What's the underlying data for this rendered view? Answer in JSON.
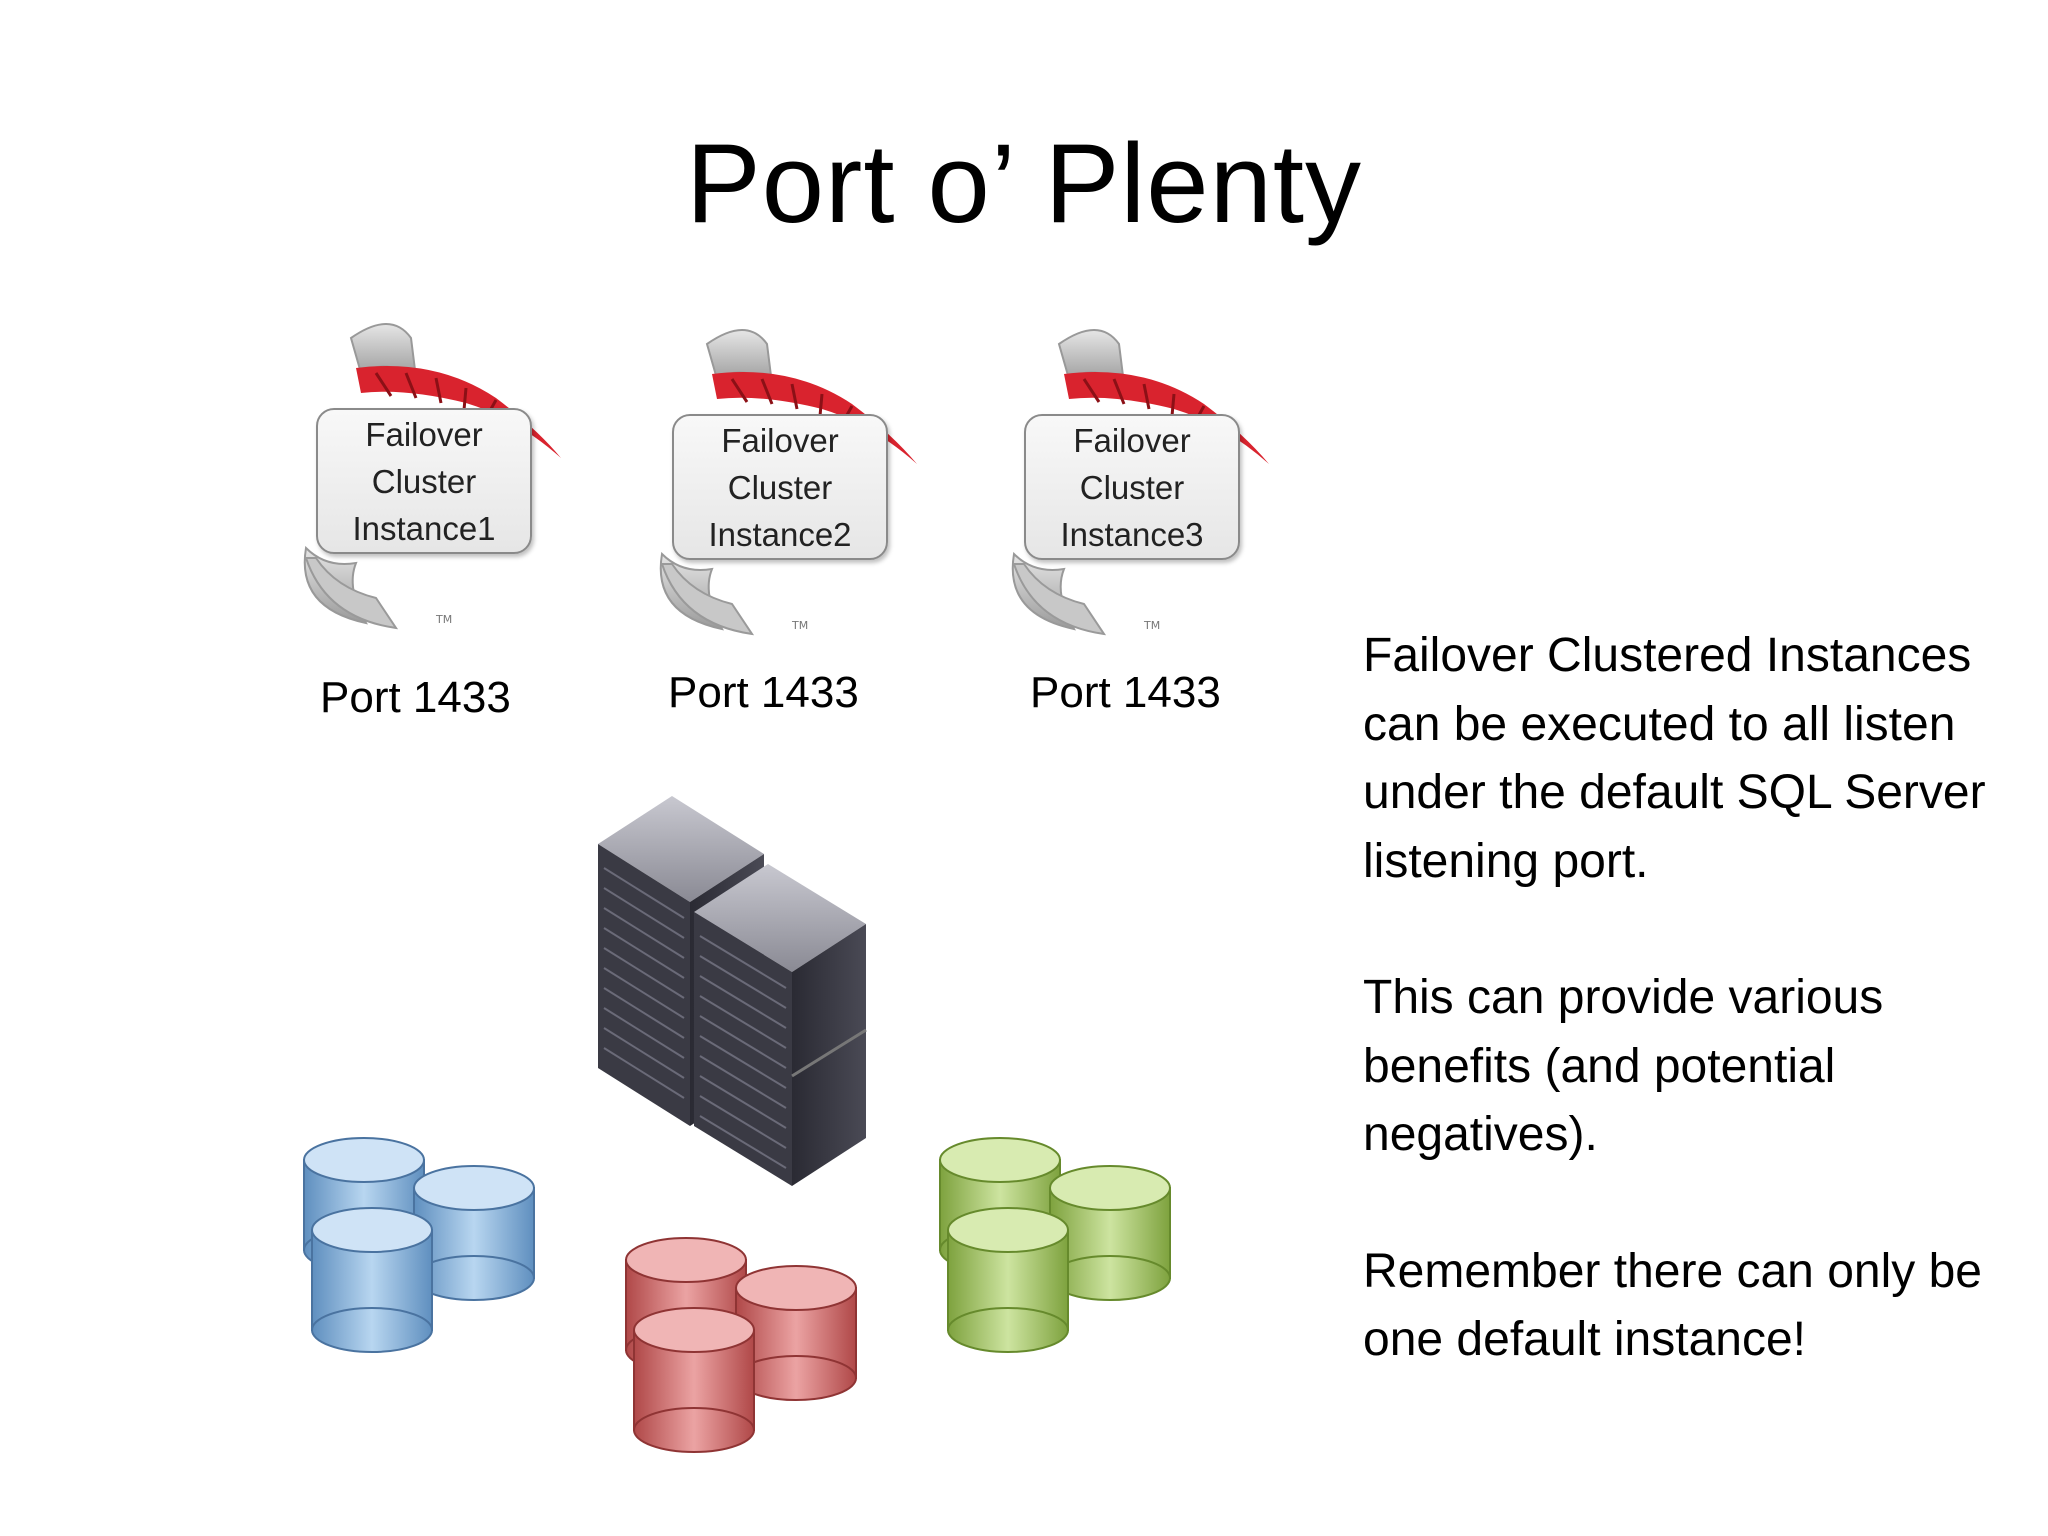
{
  "slide": {
    "title": "Port o’ Plenty"
  },
  "instances": [
    {
      "line1": "Failover",
      "line2": "Cluster",
      "line3": "Instance1",
      "port": "Port 1433"
    },
    {
      "line1": "Failover",
      "line2": "Cluster",
      "line3": "Instance2",
      "port": "Port 1433"
    },
    {
      "line1": "Failover",
      "line2": "Cluster",
      "line3": "Instance3",
      "port": "Port 1433"
    }
  ],
  "notes": {
    "paragraph1": "Failover Clustered Instances can be executed to all listen under the default SQL Server listening port.",
    "paragraph2": "This can provide various benefits (and potential negatives).",
    "paragraph3": "Remember there can only be one default instance!"
  },
  "icons": {
    "logo": "sql-server-logo-icon",
    "server": "server-rack-icon",
    "databases": [
      "database-stack-blue-icon",
      "database-stack-red-icon",
      "database-stack-green-icon"
    ]
  },
  "colors": {
    "logo_red": "#d9232e",
    "logo_gray": "#b8b8b8",
    "db_blue": "#8fb8e0",
    "db_red": "#d98080",
    "db_green": "#a8cc6e",
    "rack": "#3a3a44"
  }
}
